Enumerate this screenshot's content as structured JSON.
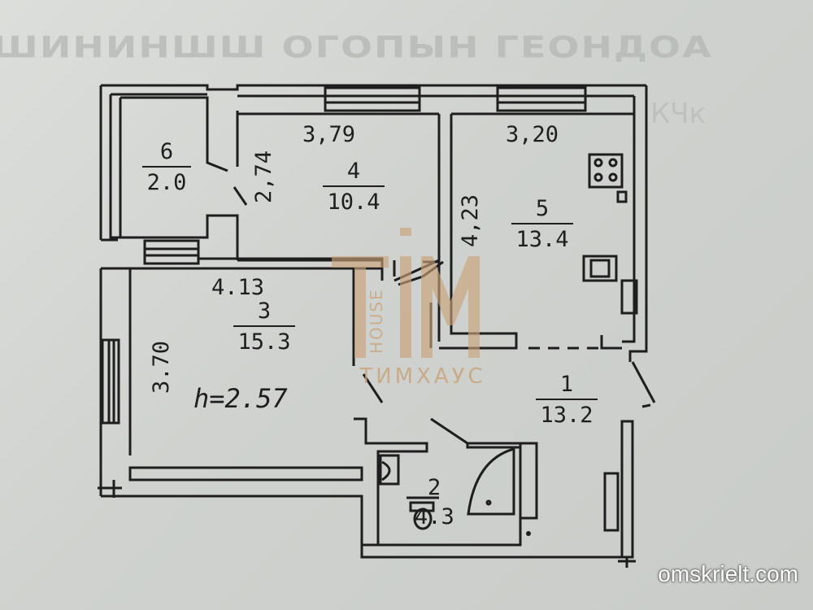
{
  "colors": {
    "line": "#1e1e1e",
    "paper": "#d2d4d0",
    "watermark": "#c9a27a",
    "credit": "#ffffff"
  },
  "background_text": {
    "top": "ШИНИНШШ ОГОПЫН ГЕОНДОА",
    "right": "КЧк"
  },
  "rooms": [
    {
      "id": "6",
      "number": "6",
      "area": "2.0"
    },
    {
      "id": "4",
      "number": "4",
      "area": "10.4"
    },
    {
      "id": "5",
      "number": "5",
      "area": "13.4"
    },
    {
      "id": "3",
      "number": "3",
      "area": "15.3"
    },
    {
      "id": "1",
      "number": "1",
      "area": "13.2"
    },
    {
      "id": "2",
      "number": "2",
      "area": "4.3"
    }
  ],
  "dimensions": {
    "room4_width": "3,79",
    "room4_depth": "2,74",
    "room5_width": "3,20",
    "room5_depth": "4,23",
    "room3_width": "4.13",
    "room3_depth": "3.70",
    "ceiling_height": "h=2.57"
  },
  "watermark": {
    "logo_letters": "TIM",
    "logo_side": "HOUSE",
    "name": "ТИМХАУС"
  },
  "credit": "omskrielt.com"
}
